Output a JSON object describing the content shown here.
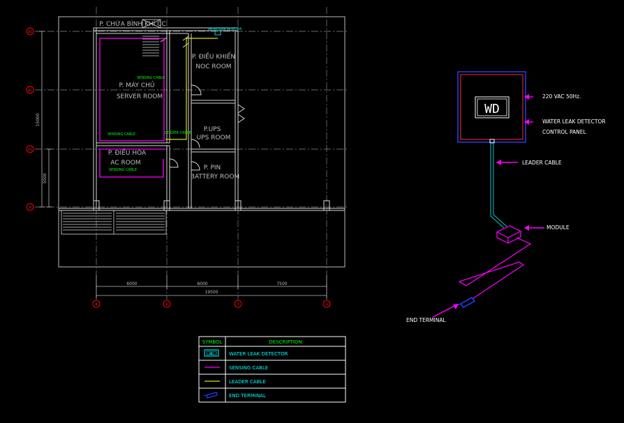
{
  "rooms": {
    "gas_room": "P. CHỨA BÌNH KHÍ CC",
    "server_vn": "P. MÁY CHỦ",
    "server_en": "SERVER ROOM",
    "control_vn": "P. ĐIỀU KHIỂN",
    "control_en": "NOC ROOM",
    "ups_vn": "P.UPS",
    "ups_en": "UPS ROOM",
    "ac_vn": "P. ĐIỀU HÒA",
    "ac_en": "AC ROOM",
    "battery_vn": "P. PIN",
    "battery_en": "BATTERY ROOM"
  },
  "plan_labels": {
    "sensing_cable_1": "SENSING CABLE",
    "sensing_cable_2": "SENSING CABLE",
    "sensing_cable_3": "SENSING CABLE",
    "leader_cable": "LEADER CABLE",
    "wld_tag": "WATER LEAK DETECTOR",
    "wld_box": "WD"
  },
  "grid": {
    "rows": [
      "B2",
      "B1",
      "A1",
      "A"
    ],
    "cols": [
      "B",
      "E",
      "T",
      "G"
    ]
  },
  "dims": {
    "vertical_total": "15000",
    "vertical_part": "5000",
    "span_1": "6000",
    "span_2": "6000",
    "span_3": "7500",
    "total": "19500"
  },
  "schematic": {
    "panel_text": "WD",
    "power": "220 VAC 50Hz.",
    "panel_label_1": "WATER LEAK DETECTOR",
    "panel_label_2": "CONTROL PANEL",
    "leader_cable": "LEADER CABLE",
    "module": "MODULE",
    "end_terminal": "END TERMINAL"
  },
  "legend": {
    "header_symbol": "SYMBOL",
    "header_description": "DESCRIPTION",
    "wd_symbol": "WD",
    "rows": [
      "WATER LEAK DETECTOR",
      "SENSING CABLE",
      "LEADER CABLE",
      "END TERMINAL"
    ]
  },
  "colors": {
    "wall": "#d8d8d8",
    "grid": "#8a8a8a",
    "sensing": "#ff00ff",
    "leader": "#e0e000",
    "label_green": "#00ff00",
    "cyan": "#00ffff",
    "red": "#ff0000",
    "blue": "#2040ff"
  }
}
